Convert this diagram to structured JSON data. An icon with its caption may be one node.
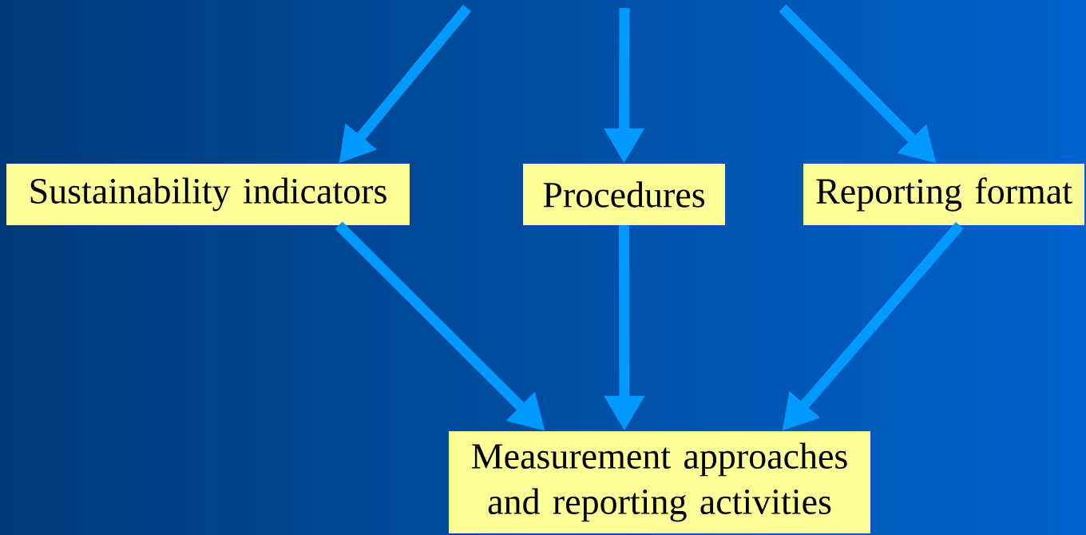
{
  "diagram": {
    "nodes": [
      {
        "text": [
          "Sustainability indicators"
        ]
      },
      {
        "text": [
          "Procedures"
        ]
      },
      {
        "text": [
          "Reporting format"
        ]
      },
      {
        "text": [
          "Measurement approaches and reporting activities"
        ]
      }
    ],
    "edges": [
      {
        "from": null,
        "to": 0,
        "arrow": "to"
      },
      {
        "from": null,
        "to": 1,
        "arrow": "to"
      },
      {
        "from": null,
        "to": 2,
        "arrow": "to"
      },
      {
        "from": 0,
        "to": 3,
        "arrow": "to"
      },
      {
        "from": 1,
        "to": 3,
        "arrow": "to"
      },
      {
        "from": 2,
        "to": 3,
        "arrow": "to"
      }
    ]
  }
}
